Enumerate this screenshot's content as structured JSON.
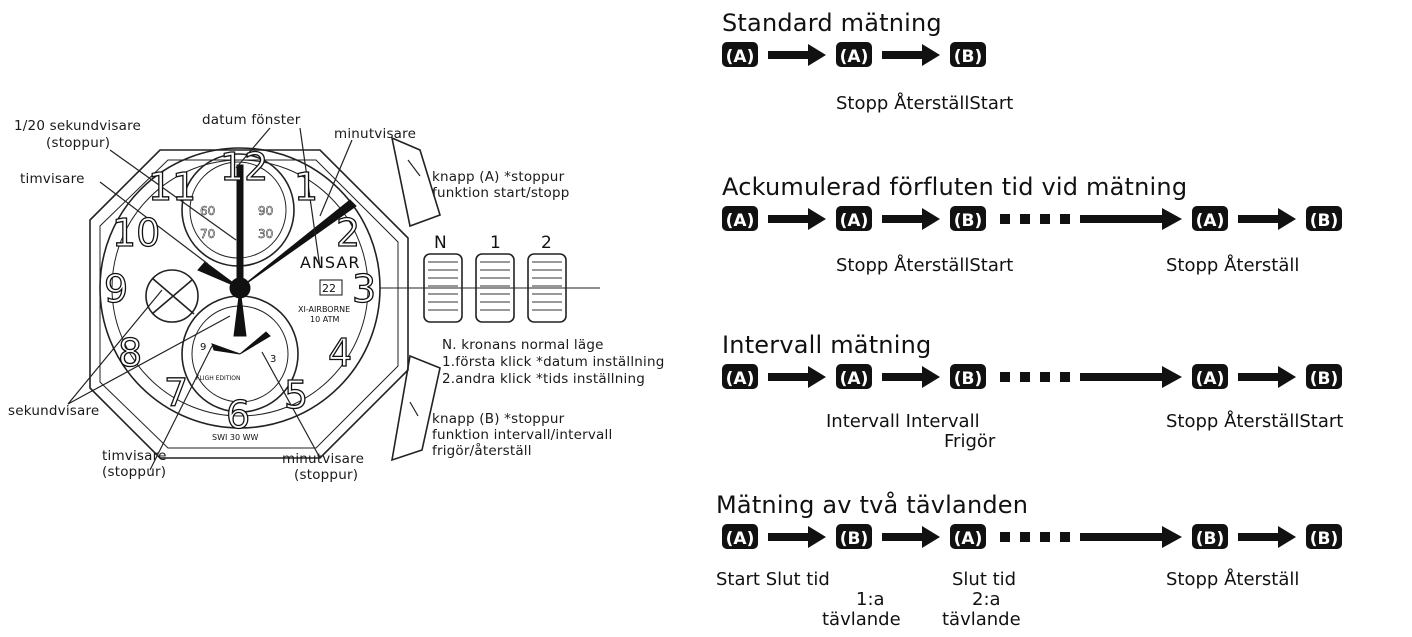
{
  "watch": {
    "brand": "ANSAR",
    "model": "XI-AIRBORNE",
    "water": "10 ATM",
    "date_value": "22",
    "subdial_edition": "FLIGH EDITION",
    "bottom_text": "SWI 30 WW",
    "hour_numerals": [
      "12",
      "1",
      "2",
      "3",
      "4",
      "5",
      "6",
      "7",
      "8",
      "9",
      "10",
      "11"
    ],
    "crown_positions": [
      "N",
      "1",
      "2"
    ],
    "subdial_top_numbers": [
      "60",
      "90",
      "70",
      "30"
    ],
    "subdial_bottom_numbers": [
      "9",
      "3"
    ]
  },
  "labels": {
    "sekund_20": "1/20 sekundvisare",
    "sekund_20_sub": "(stoppur)",
    "datum": "datum fönster",
    "minutvisare": "minutvisare",
    "timvisare": "timvisare",
    "knapp_a_line1": "knapp (A) *stoppur",
    "knapp_a_line2": "funktion start/stopp",
    "crown_n": "N. kronans normal läge",
    "crown_1": "1.första klick *datum inställning",
    "crown_2": "2.andra klick *tids inställning",
    "sekundvisare": "sekundvisare",
    "knapp_b_line1": "knapp (B) *stoppur",
    "knapp_b_line2": "funktion intervall/intervall",
    "knapp_b_line3": "frigör/återställ",
    "timvisare_stop": "timvisare",
    "timvisare_stop_sub": "(stoppur)",
    "minutvisare_stop": "minutvisare",
    "minutvisare_stop_sub": "(stoppur)"
  },
  "sections": {
    "standard": {
      "title": "Standard mätning",
      "keys": [
        "A",
        "A",
        "B"
      ],
      "caption": "Stopp ÅterställStart"
    },
    "ackumulerad": {
      "title": "Ackumulerad förfluten tid vid mätning",
      "keys": [
        "A",
        "A",
        "B",
        "A",
        "B"
      ],
      "caption_left": "Stopp ÅterställStart",
      "caption_right": "Stopp Återställ"
    },
    "intervall": {
      "title": "Intervall mätning",
      "keys": [
        "A",
        "A",
        "B",
        "A",
        "B"
      ],
      "caption_left": "Intervall Intervall",
      "caption_left_sub": "Frigör",
      "caption_right": "Stopp ÅterställStart"
    },
    "tva": {
      "title": "Mätning av två tävlanden",
      "keys": [
        "A",
        "B",
        "A",
        "B",
        "B"
      ],
      "caption_1": "Start Slut tid",
      "caption_1_sub1": "1:a",
      "caption_1_sub2": "tävlande",
      "caption_2": "Slut tid",
      "caption_2_sub1": "2:a",
      "caption_2_sub2": "tävlande",
      "caption_right": "Stopp Återställ"
    }
  }
}
